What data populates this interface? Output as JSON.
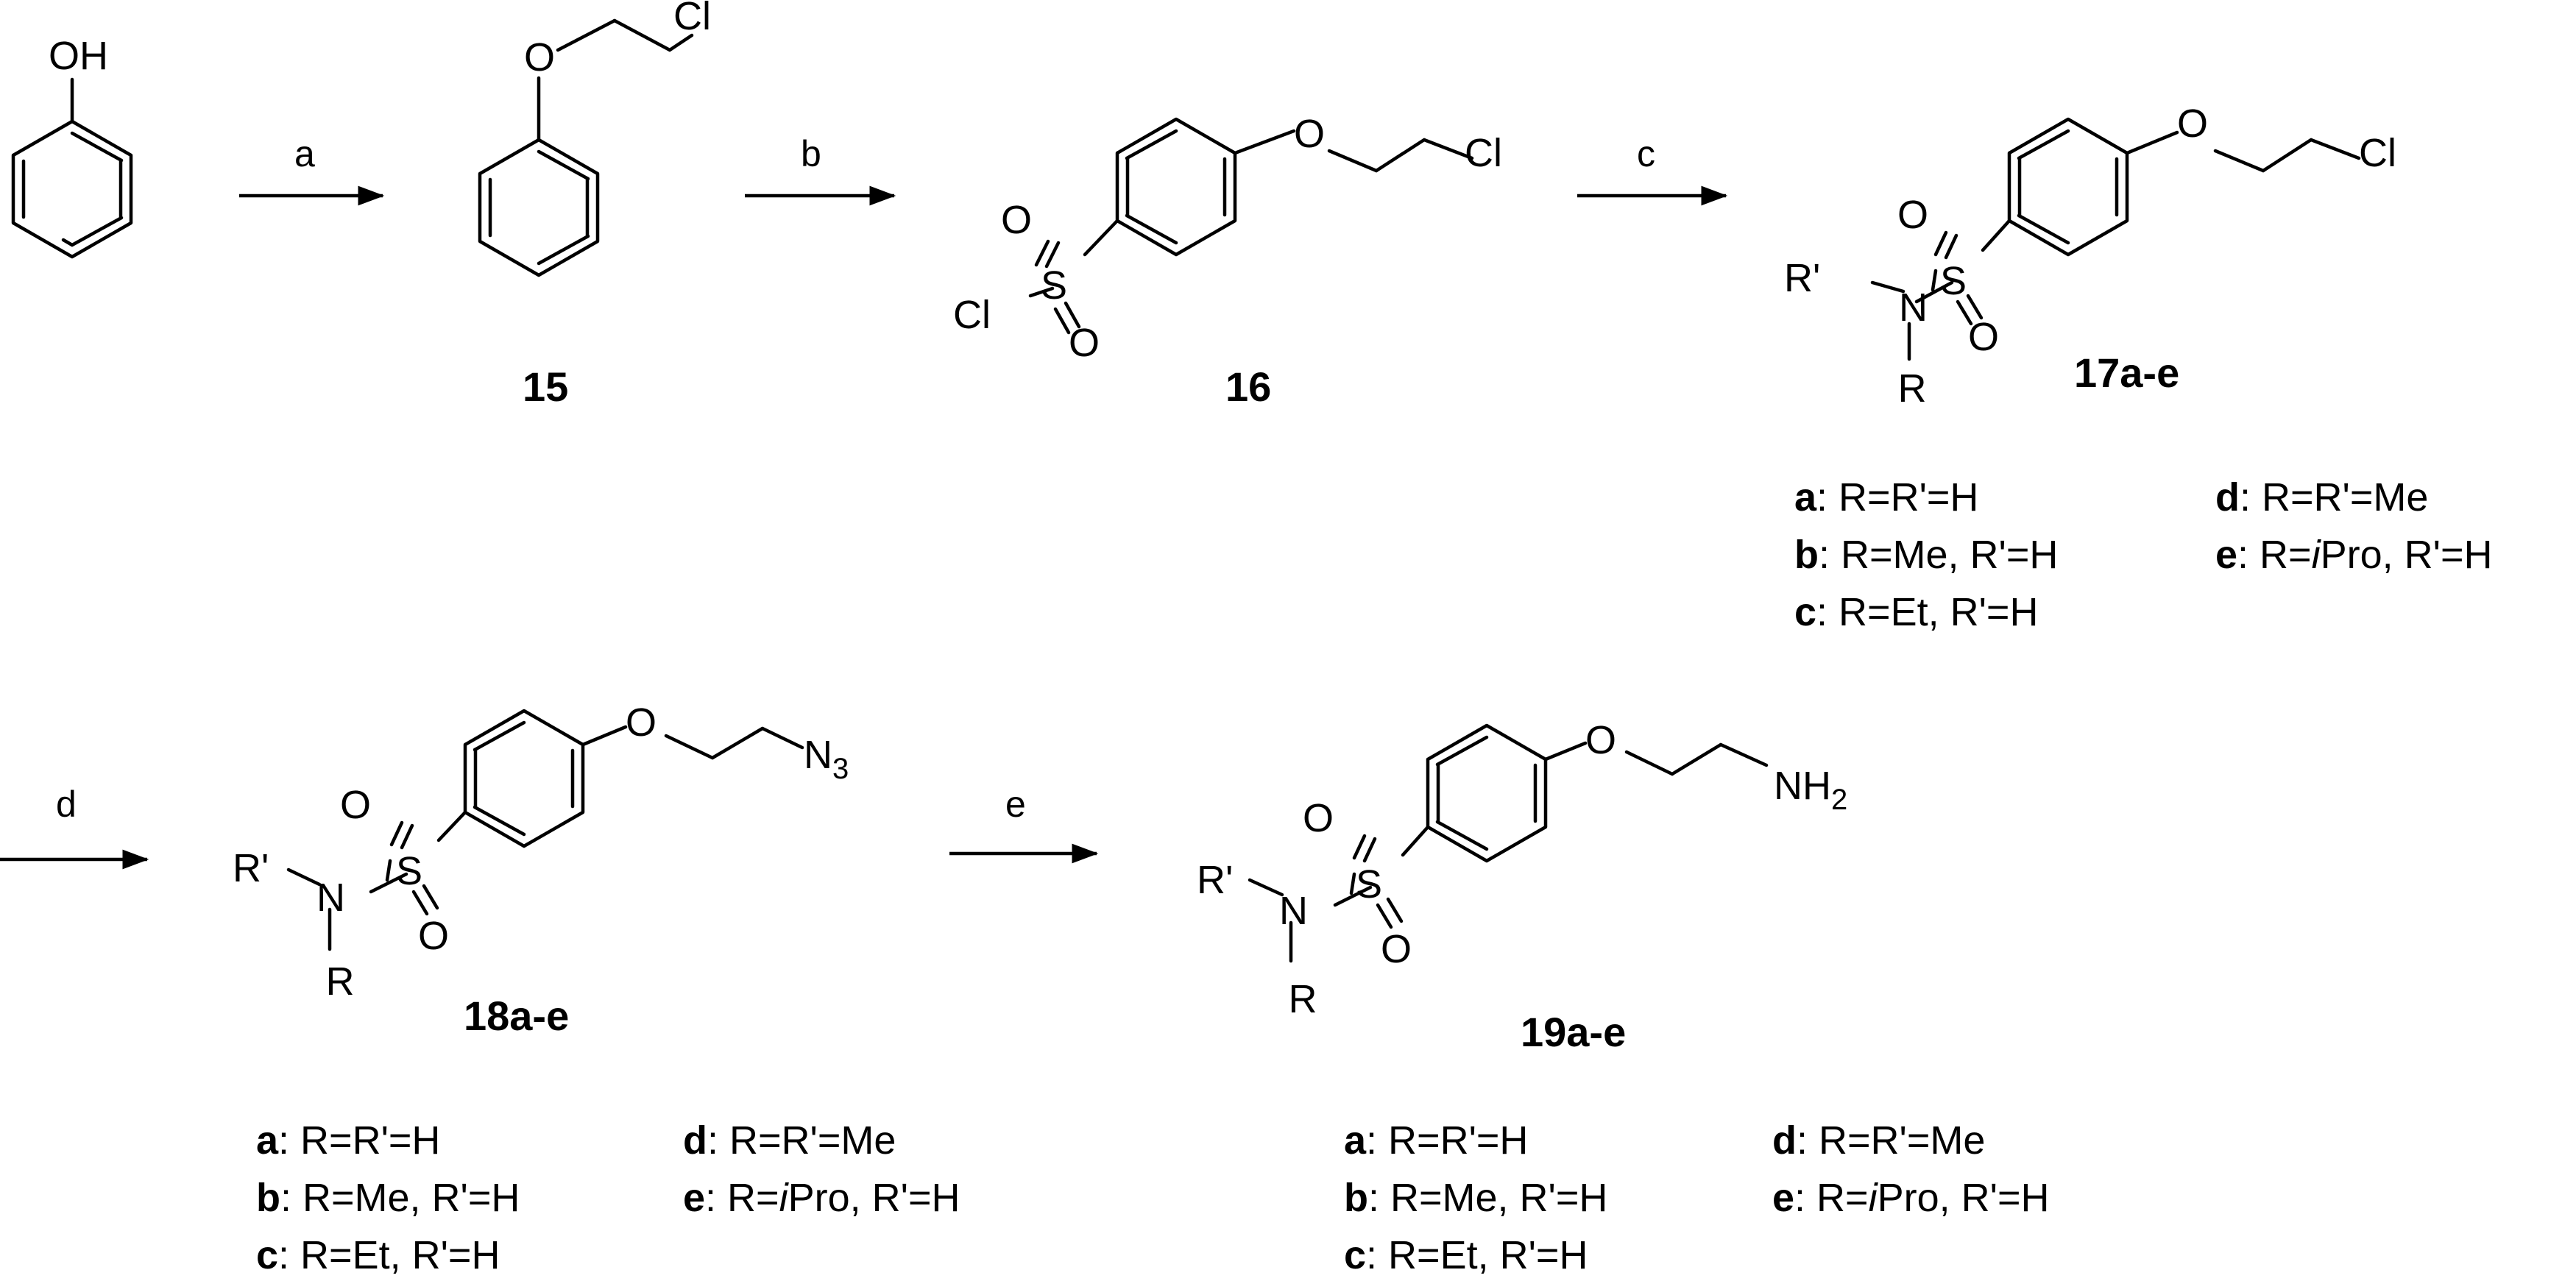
{
  "atoms": {
    "oh": "OH",
    "o": "O",
    "cl": "Cl",
    "s": "S",
    "n": "N",
    "r": "R",
    "r_prime": "R'",
    "n3_main": "N",
    "n3_sub": "3",
    "nh2_main": "NH",
    "nh2_sub": "2"
  },
  "reagents": [
    "a",
    "b",
    "c",
    "d",
    "e"
  ],
  "compounds": {
    "c15": "15",
    "c16": "16",
    "c17": "17a-e",
    "c18": "18a-e",
    "c19": "19a-e"
  },
  "substituents": {
    "a": {
      "key": "a",
      "text": ":  R=R'=H"
    },
    "b": {
      "key": "b",
      "text": ":  R=Me, R'=H"
    },
    "c": {
      "key": "c",
      "text": ":  R=Et, R'=H"
    },
    "d": {
      "key": "d",
      "text": ":  R=R'=Me"
    },
    "e": {
      "key": "e",
      "pre": ":  R=",
      "italic": "i",
      "post": "Pro, R'=H"
    }
  }
}
